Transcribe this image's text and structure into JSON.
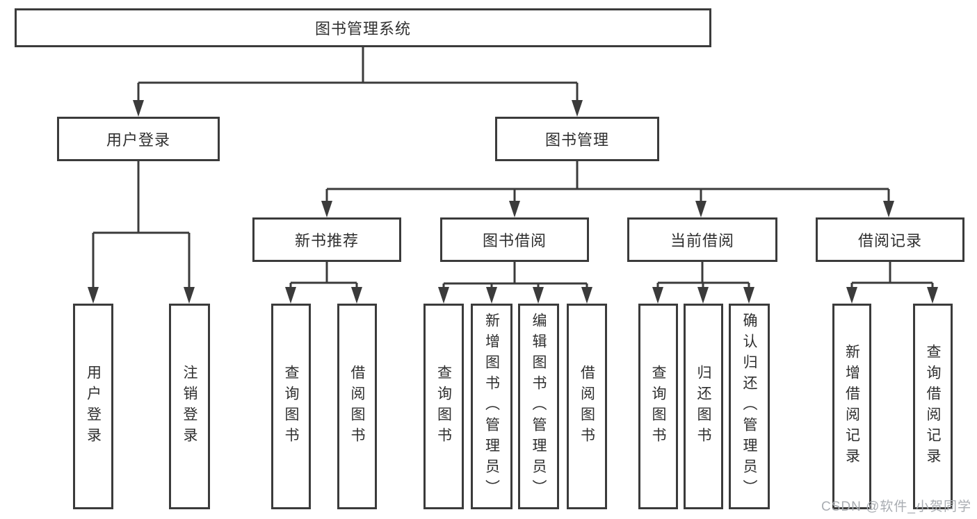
{
  "diagram": {
    "title": "图书管理系统",
    "branches": [
      {
        "label": "用户登录",
        "children": [
          "用户登录",
          "注销登录"
        ]
      },
      {
        "label": "图书管理",
        "children": [
          {
            "label": "新书推荐",
            "children": [
              "查询图书",
              "借阅图书"
            ]
          },
          {
            "label": "图书借阅",
            "children": [
              "查询图书",
              "新增图书（管理员）",
              "编辑图书（管理员）",
              "借阅图书"
            ]
          },
          {
            "label": "当前借阅",
            "children": [
              "查询图书",
              "归还图书",
              "确认归还（管理员）"
            ]
          },
          {
            "label": "借阅记录",
            "children": [
              "新增借阅记录",
              "查询借阅记录"
            ]
          }
        ]
      }
    ]
  },
  "watermark": {
    "text": "CSDN @软件_小贺同学"
  },
  "colors": {
    "line": "#3b3b3b",
    "text": "#2f2f2f",
    "watermark": "#a9adb2"
  }
}
